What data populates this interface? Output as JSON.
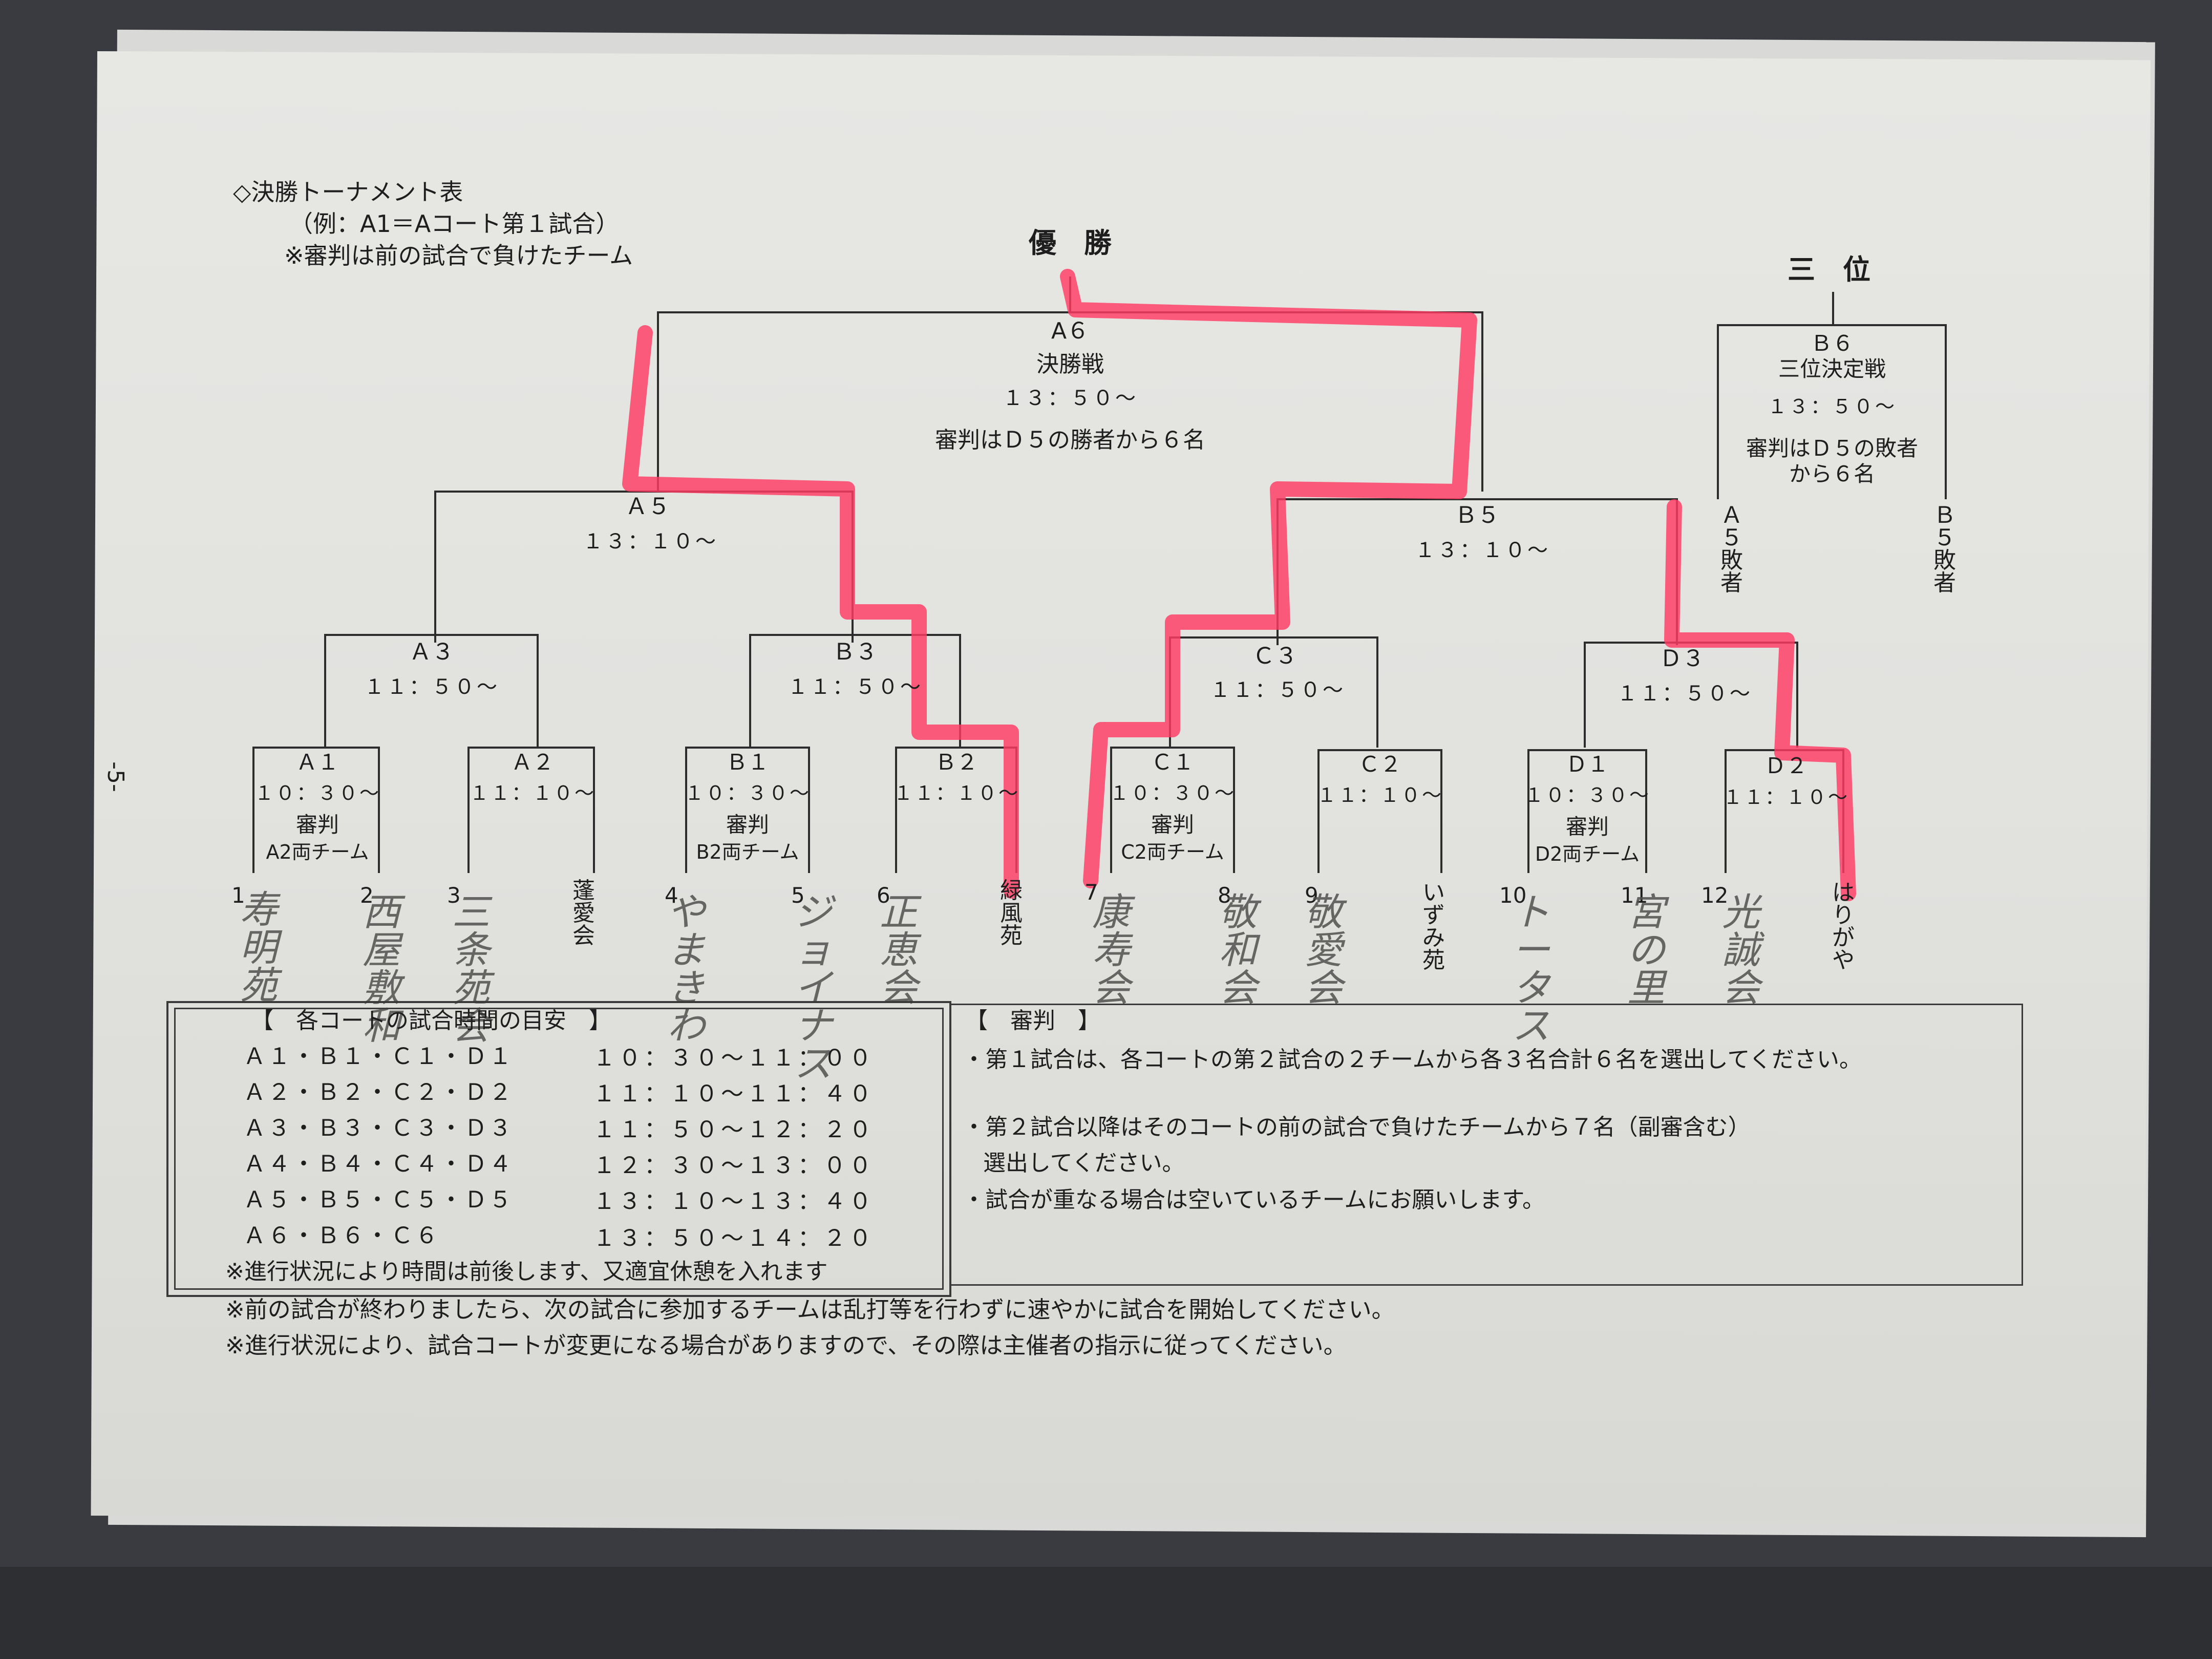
{
  "header": {
    "title": "◇決勝トーナメント表",
    "example": "（例：A1＝Aコート第１試合）",
    "referee_note": "※審判は前の試合で負けたチーム"
  },
  "page_number": "-5-",
  "champion_label": "優　勝",
  "third_label": "三　位",
  "matches": {
    "a6": {
      "code": "A６",
      "name": "決勝戦",
      "time": "１３：５０～",
      "ref": "審判はＤ５の勝者から６名"
    },
    "b6": {
      "code": "Ｂ６",
      "name": "三位決定戦",
      "time": "１３：５０～",
      "ref1": "審判はＤ５の敗者",
      "ref2": "から６名"
    },
    "a5": {
      "code": "Ａ５",
      "time": "１３：１０～"
    },
    "b5": {
      "code": "Ｂ５",
      "time": "１３：１０～"
    },
    "a3": {
      "code": "Ａ３",
      "time": "１１：５０～"
    },
    "b3": {
      "code": "Ｂ３",
      "time": "１１：５０～"
    },
    "c3": {
      "code": "Ｃ３",
      "time": "１１：５０～"
    },
    "d3": {
      "code": "Ｄ３",
      "time": "１１：５０～"
    },
    "a1": {
      "code": "Ａ１",
      "time": "１０：３０～",
      "ref": "審判",
      "ref2": "A2両チーム"
    },
    "a2": {
      "code": "Ａ２",
      "time": "１１：１０～"
    },
    "b1": {
      "code": "Ｂ１",
      "time": "１０：３０～",
      "ref": "審判",
      "ref2": "B2両チーム"
    },
    "b2": {
      "code": "Ｂ２",
      "time": "１１：１０～"
    },
    "c1": {
      "code": "Ｃ１",
      "time": "１０：３０～",
      "ref": "審判",
      "ref2": "C2両チーム"
    },
    "c2": {
      "code": "Ｃ２",
      "time": "１１：１０～"
    },
    "d1": {
      "code": "Ｄ１",
      "time": "１０：３０～",
      "ref": "審判",
      "ref2": "D2両チーム"
    },
    "d2": {
      "code": "Ｄ２",
      "time": "１１：１０～"
    }
  },
  "loser_labels": {
    "a5": "Ａ５敗者",
    "b5": "Ｂ５敗者"
  },
  "teams": [
    {
      "num": "1",
      "name": "",
      "handwritten": "寿明苑"
    },
    {
      "num": "2",
      "name": "",
      "handwritten": "西屋敷和"
    },
    {
      "num": "3",
      "name": "",
      "handwritten": "三条苑会"
    },
    {
      "num": "",
      "name": "蓬愛会",
      "handwritten": ""
    },
    {
      "num": "4",
      "name": "",
      "handwritten": "やまきわ"
    },
    {
      "num": "5",
      "name": "",
      "handwritten": "ジョイナス"
    },
    {
      "num": "6",
      "name": "",
      "handwritten": "正恵会"
    },
    {
      "num": "",
      "name": "緑風苑",
      "handwritten": ""
    },
    {
      "num": "7",
      "name": "",
      "handwritten": "康寿会"
    },
    {
      "num": "8",
      "name": "",
      "handwritten": "敬和会"
    },
    {
      "num": "9",
      "name": "",
      "handwritten": "敬愛会"
    },
    {
      "num": "",
      "name": "いずみ苑",
      "handwritten": ""
    },
    {
      "num": "10",
      "name": "",
      "handwritten": "トータス"
    },
    {
      "num": "11",
      "name": "",
      "handwritten": "宮の里"
    },
    {
      "num": "12",
      "name": "",
      "handwritten": "光誠会"
    },
    {
      "num": "",
      "name": "はりがや",
      "handwritten": ""
    }
  ],
  "schedule": {
    "title": "【　各コートの試合時間の目安　】",
    "rows": [
      {
        "matches": "Ａ１・Ｂ１・Ｃ１・Ｄ１",
        "time": "１０：３０～１１：００"
      },
      {
        "matches": "Ａ２・Ｂ２・Ｃ２・Ｄ２",
        "time": "１１：１０～１１：４０"
      },
      {
        "matches": "Ａ３・Ｂ３・Ｃ３・Ｄ３",
        "time": "１１：５０～１２：２０"
      },
      {
        "matches": "Ａ４・Ｂ４・Ｃ４・Ｄ４",
        "time": "１２：３０～１３：００"
      },
      {
        "matches": "Ａ５・Ｂ５・Ｃ５・Ｄ５",
        "time": "１３：１０～１３：４０"
      },
      {
        "matches": "Ａ６・Ｂ６・Ｃ６",
        "time": "１３：５０～１４：２０"
      }
    ],
    "note": "※進行状況により時間は前後します、又適宜休憩を入れます"
  },
  "referee_box": {
    "title": "【　審判　】",
    "line1": "・第１試合は、各コートの第２試合の２チームから各３名合計６名を選出してください。",
    "line2": "・第２試合以降はそのコートの前の試合で負けたチームから７名（副審含む）",
    "line3": "選出してください。",
    "line4": "・試合が重なる場合は空いているチームにお願いします。"
  },
  "footer": {
    "line1": "※前の試合が終わりましたら、次の試合に参加するチームは乱打等を行わずに速やかに試合を開始してください。",
    "line2": "※進行状況により、試合コートが変更になる場合がありますので、その際は主催者の指示に従ってください。"
  },
  "colors": {
    "highlight": "#ff3b63",
    "ink": "#1e1e1e",
    "paper": "#e4e4e1"
  }
}
